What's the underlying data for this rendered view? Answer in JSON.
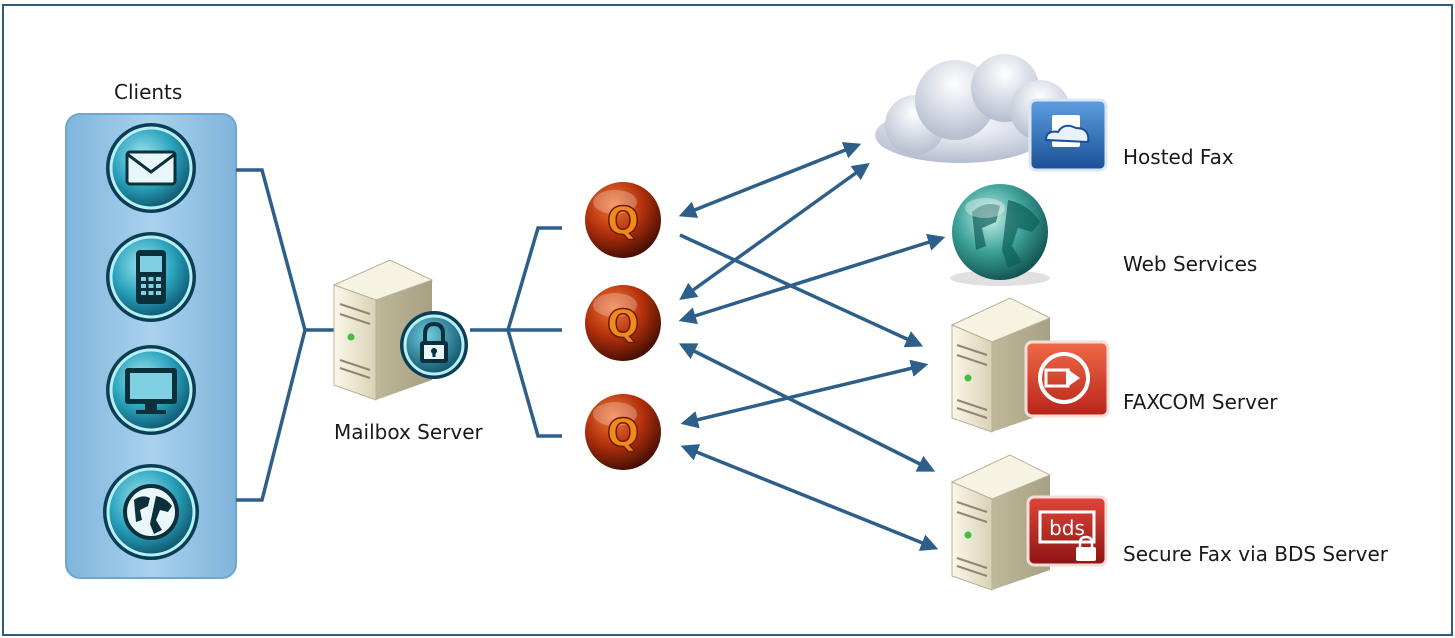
{
  "diagram": {
    "clients_label": "Clients",
    "mailbox_label": "Mailbox Server",
    "destinations": {
      "hosted_fax": "Hosted Fax",
      "web_services": "Web Services",
      "faxcom_server": "FAXCOM Server",
      "secure_fax": "Secure Fax via BDS Server"
    },
    "queue_letter": "Q",
    "bds_badge_text": "bds",
    "client_icons": [
      "envelope-icon",
      "mobile-phone-icon",
      "monitor-icon",
      "globe-icon"
    ],
    "colors": {
      "frame": "#2f5a80",
      "connector": "#2e5f8a",
      "client_panel": "#8fc0e0",
      "queue_orb": "#b5320c",
      "hosted_fax_badge": "#2266b8",
      "faxcom_badge": "#d63a22",
      "bds_badge": "#b81f1f"
    }
  }
}
